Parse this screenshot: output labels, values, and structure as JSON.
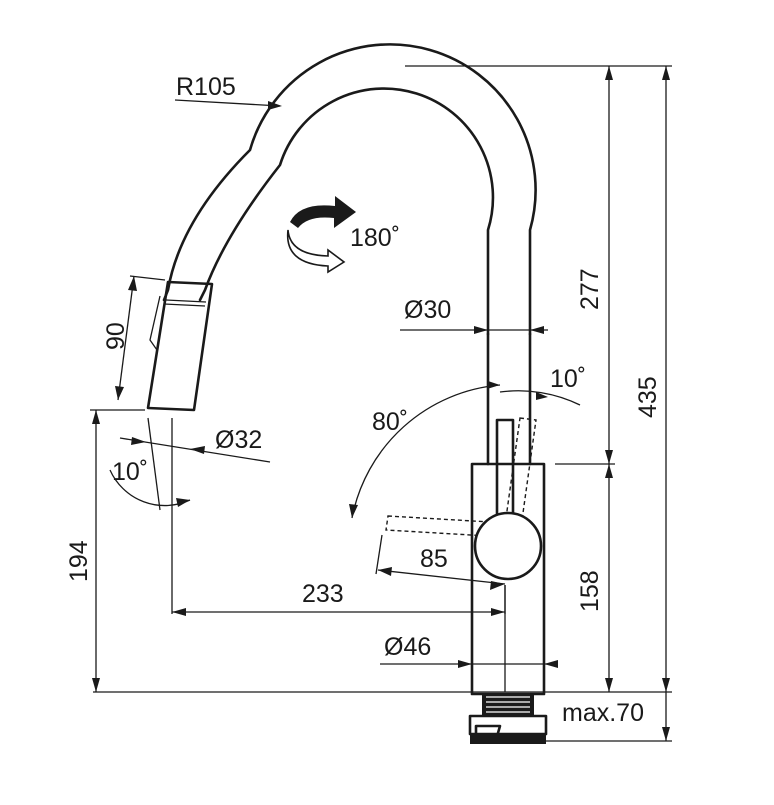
{
  "dimensions": {
    "radius": "R105",
    "rotation": "180˚",
    "pullout_length": "90",
    "spout_diameter": "Ø30",
    "handle_angle_small": "10˚",
    "handle_angle_large": "80˚",
    "sprayhead_diameter": "Ø32",
    "sprayhead_tilt": "10˚",
    "spout_height": "194",
    "handle_length": "85",
    "reach": "233",
    "total_height": "435",
    "upper_height": "277",
    "body_height": "158",
    "base_diameter": "Ø46",
    "max_thickness": "max.70"
  }
}
